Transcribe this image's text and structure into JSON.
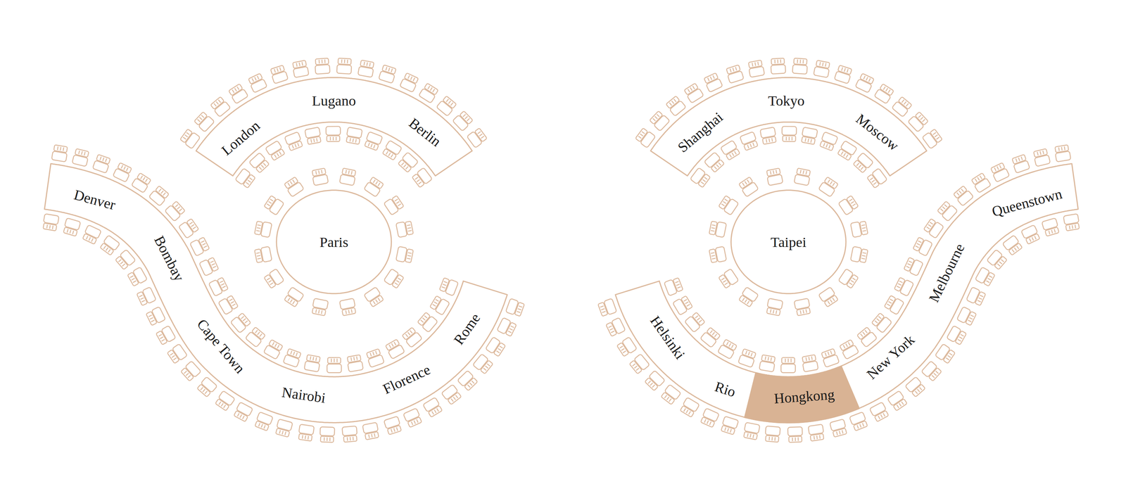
{
  "diagram": {
    "nodes": [
      {
        "text": [
          "London",
          "Lugano",
          "Berlin"
        ]
      },
      {
        "text": [
          "Shanghai",
          "Tokyo",
          "Moscow"
        ]
      },
      {
        "text": [
          "Paris"
        ]
      },
      {
        "text": [
          "Taipei"
        ]
      },
      {
        "text": [
          "Denver",
          "Bombay",
          "Cape Town",
          "Nairobi",
          "Florence",
          "Rome"
        ]
      },
      {
        "text": [
          "Helsinki",
          "Rio",
          "New York",
          "Melbourne",
          "Queenstown"
        ]
      },
      {
        "text": [
          "Hongkong"
        ],
        "in": 5
      }
    ]
  }
}
